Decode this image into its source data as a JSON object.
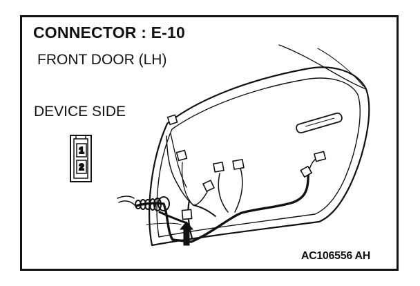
{
  "diagram": {
    "title": "CONNECTOR : E-10",
    "location": "FRONT DOOR (LH)",
    "view": "DEVICE SIDE",
    "connector_pins": [
      "1",
      "2"
    ],
    "figure_code": "AC106556 AH"
  }
}
